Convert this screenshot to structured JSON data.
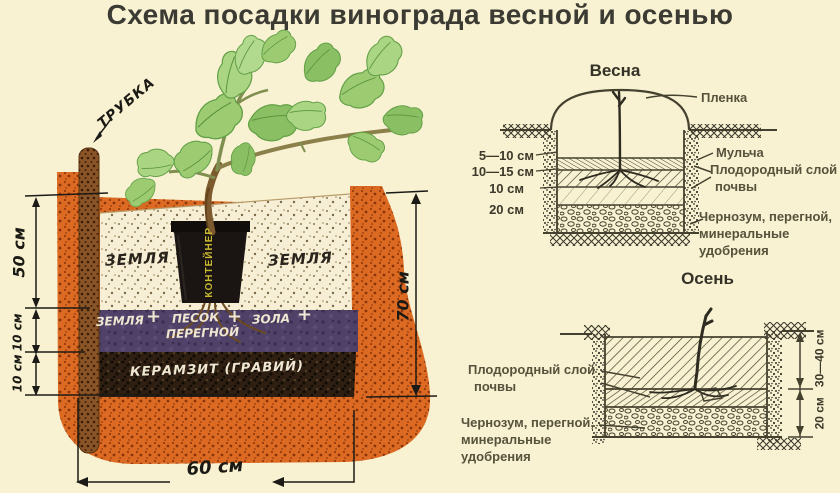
{
  "title": "Схема посадки винограда весной и осенью",
  "left_diagram": {
    "tube_label": "ТРУБКА",
    "soil_left": "ЗЕМЛЯ",
    "soil_right": "ЗЕМЛЯ",
    "container_label": "КОНТЕЙНЕР",
    "mix": {
      "soil": "ЗЕМЛЯ",
      "plus": "+",
      "sand": "ПЕСОК",
      "humus": "ПЕРЕГНОЙ",
      "ash": "ЗОЛА"
    },
    "drainage_label": "КЕРАМЗИТ (ГРАВИЙ)",
    "dim_50": "50 см",
    "dim_10a": "10 см",
    "dim_10b": "10 см",
    "dim_70": "70 см",
    "dim_60": "60 см"
  },
  "spring": {
    "heading": "Весна",
    "film": "Пленка",
    "mulch": "Мульча",
    "fertile1": "Плодородный слой",
    "fertile2": "почвы",
    "fertilizer1": "Чернозум, перегной,",
    "fertilizer2": "минеральные",
    "fertilizer3": "удобрения",
    "dim1": "5—10 см",
    "dim2": "10—15 см",
    "dim3": "10 см",
    "dim4": "20 см"
  },
  "autumn": {
    "heading": "Осень",
    "fertile1": "Плодородный слой",
    "fertile2": "почвы",
    "fertilizer1": "Чернозум, перегной,",
    "fertilizer2": "минеральные",
    "fertilizer3": "удобрения",
    "dim1": "30—40 см",
    "dim2": "20 см"
  },
  "colors": {
    "background": "#f8f2d2",
    "pit_orange": "#dd6a22",
    "layer_purple": "#4f4168",
    "layer_dark": "#2e1f12",
    "container_black": "#1a1512",
    "leaf_green": "#9ccb72",
    "line_dark": "#45412f"
  }
}
